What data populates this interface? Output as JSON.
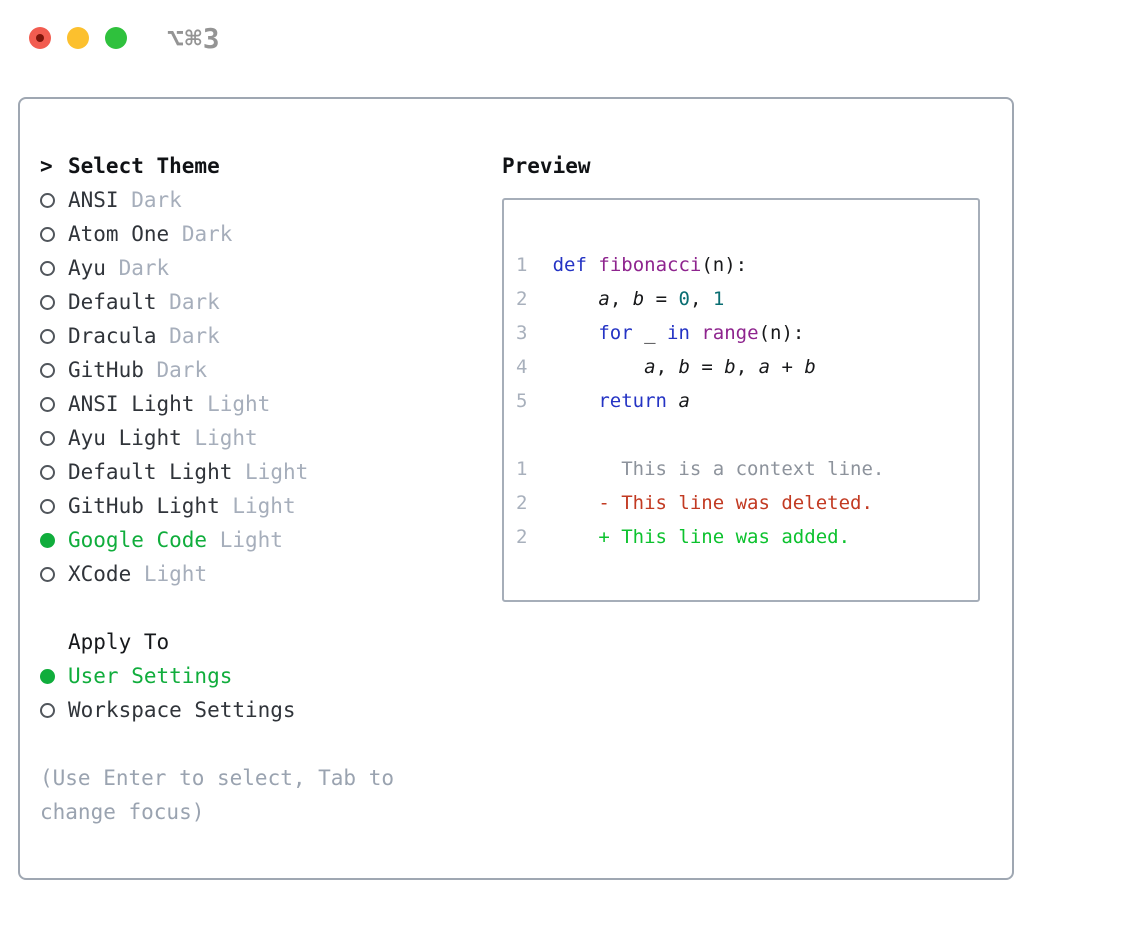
{
  "window": {
    "shortcut": "⌥⌘3"
  },
  "theme_panel": {
    "title_prefix": ">",
    "title": "Select Theme",
    "themes": [
      {
        "name": "ANSI",
        "variant": "Dark",
        "selected": false
      },
      {
        "name": "Atom One",
        "variant": "Dark",
        "selected": false
      },
      {
        "name": "Ayu",
        "variant": "Dark",
        "selected": false
      },
      {
        "name": "Default",
        "variant": "Dark",
        "selected": false
      },
      {
        "name": "Dracula",
        "variant": "Dark",
        "selected": false
      },
      {
        "name": "GitHub",
        "variant": "Dark",
        "selected": false
      },
      {
        "name": "ANSI Light",
        "variant": "Light",
        "selected": false
      },
      {
        "name": "Ayu Light",
        "variant": "Light",
        "selected": false
      },
      {
        "name": "Default Light",
        "variant": "Light",
        "selected": false
      },
      {
        "name": "GitHub Light",
        "variant": "Light",
        "selected": false
      },
      {
        "name": "Google Code",
        "variant": "Light",
        "selected": true
      },
      {
        "name": "XCode",
        "variant": "Light",
        "selected": false
      }
    ],
    "apply_to": {
      "title": "Apply To",
      "options": [
        {
          "name": "User Settings",
          "selected": true
        },
        {
          "name": "Workspace Settings",
          "selected": false
        }
      ]
    },
    "hint": "(Use Enter to select, Tab to change focus)"
  },
  "preview": {
    "title": "Preview",
    "lines": [
      {
        "ln": "1",
        "tokens": [
          {
            "c": "kw",
            "t": "def"
          },
          {
            "c": "p",
            "t": " "
          },
          {
            "c": "fn",
            "t": "fibonacci"
          },
          {
            "c": "p",
            "t": "(n):"
          }
        ]
      },
      {
        "ln": "2",
        "tokens": [
          {
            "c": "p",
            "t": "    "
          },
          {
            "c": "var",
            "t": "a"
          },
          {
            "c": "p",
            "t": ", "
          },
          {
            "c": "var",
            "t": "b"
          },
          {
            "c": "p",
            "t": " = "
          },
          {
            "c": "num",
            "t": "0"
          },
          {
            "c": "p",
            "t": ", "
          },
          {
            "c": "num",
            "t": "1"
          }
        ]
      },
      {
        "ln": "3",
        "tokens": [
          {
            "c": "p",
            "t": "    "
          },
          {
            "c": "kw",
            "t": "for"
          },
          {
            "c": "p",
            "t": " _ "
          },
          {
            "c": "kw",
            "t": "in"
          },
          {
            "c": "p",
            "t": " "
          },
          {
            "c": "fn",
            "t": "range"
          },
          {
            "c": "p",
            "t": "(n):"
          }
        ]
      },
      {
        "ln": "4",
        "tokens": [
          {
            "c": "p",
            "t": "        "
          },
          {
            "c": "var",
            "t": "a"
          },
          {
            "c": "p",
            "t": ", "
          },
          {
            "c": "var",
            "t": "b"
          },
          {
            "c": "p",
            "t": " = "
          },
          {
            "c": "var",
            "t": "b"
          },
          {
            "c": "p",
            "t": ", "
          },
          {
            "c": "var",
            "t": "a"
          },
          {
            "c": "p",
            "t": " + "
          },
          {
            "c": "var",
            "t": "b"
          }
        ]
      },
      {
        "ln": "5",
        "tokens": [
          {
            "c": "p",
            "t": "    "
          },
          {
            "c": "kw",
            "t": "return"
          },
          {
            "c": "p",
            "t": " "
          },
          {
            "c": "var",
            "t": "a"
          }
        ]
      },
      {
        "ln": "",
        "tokens": []
      },
      {
        "ln": "1",
        "tokens": [
          {
            "c": "ctx",
            "t": "      This is a context line."
          }
        ]
      },
      {
        "ln": "2",
        "tokens": [
          {
            "c": "del",
            "t": "    - This line was deleted."
          }
        ]
      },
      {
        "ln": "2",
        "tokens": [
          {
            "c": "add",
            "t": "    + This line was added."
          }
        ]
      }
    ]
  },
  "colors": {
    "selection_green": "#10ad3c",
    "variant_gray": "#a6aebb",
    "hint_gray": "#9aa3b0",
    "keyword_blue": "#2433c4",
    "function_purple": "#8e248e",
    "number_teal": "#0a6e72",
    "diff_context_gray": "#8d939c",
    "diff_deleted_red": "#c23a22",
    "diff_added_green": "#0cc22e",
    "traffic_red": "#f25c50",
    "traffic_yellow": "#fcc02e",
    "traffic_green": "#2fc13d",
    "panel_border_gray": "#9fa7b2"
  }
}
